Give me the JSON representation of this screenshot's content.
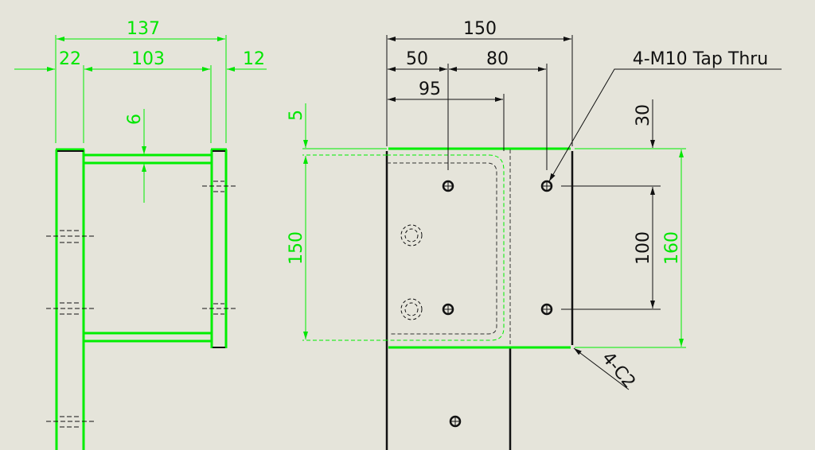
{
  "drawing": {
    "colors": {
      "background": "#e5e4da",
      "selected": "#00e600",
      "line": "#111111"
    },
    "side_view": {
      "dims": {
        "overall_width": "137",
        "left_flange": "22",
        "inner_width": "103",
        "right_flange": "12",
        "plate_thickness": "6"
      }
    },
    "front_view": {
      "dims": {
        "overall_width": "150",
        "hole_offset_x": "50",
        "hole_spacing_x": "80",
        "pocket_width": "95",
        "top_offset": "5",
        "pocket_height": "150",
        "hole_offset_y": "30",
        "hole_spacing_y": "100",
        "overall_height": "160"
      },
      "notes": {
        "hole_callout": "4-M10 Tap Thru",
        "chamfer_callout": "4-C2"
      }
    }
  }
}
